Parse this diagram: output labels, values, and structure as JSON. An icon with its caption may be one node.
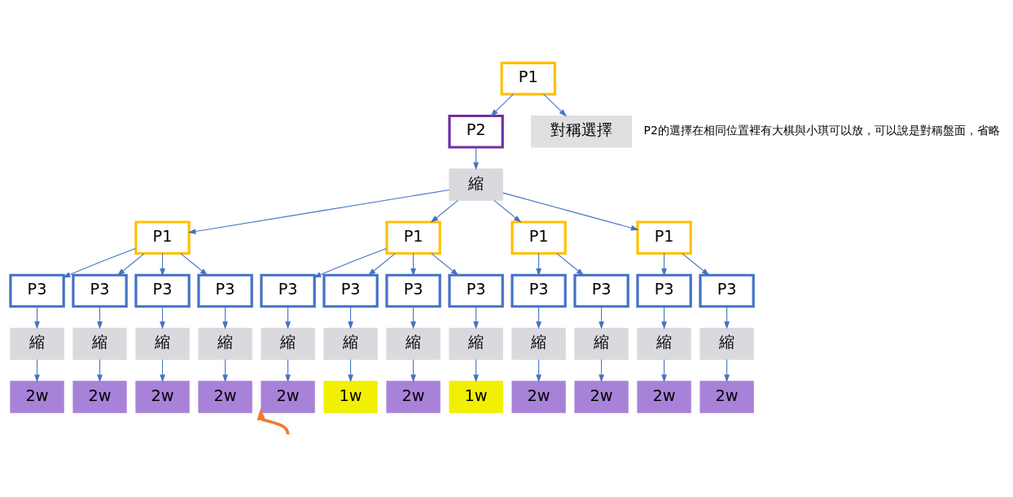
{
  "diagram": {
    "nodes": [
      {
        "text": [
          "P1"
        ]
      },
      {
        "text": [
          "P2"
        ]
      },
      {
        "text": [
          "對稱選擇"
        ]
      },
      {
        "text": [
          "縮"
        ]
      },
      {
        "text": [
          "P1"
        ]
      },
      {
        "text": [
          "P1"
        ]
      },
      {
        "text": [
          "P1"
        ]
      },
      {
        "text": [
          "P1"
        ]
      },
      {
        "text": [
          "P3"
        ]
      },
      {
        "text": [
          "P3"
        ]
      },
      {
        "text": [
          "P3"
        ]
      },
      {
        "text": [
          "P3"
        ]
      },
      {
        "text": [
          "P3"
        ]
      },
      {
        "text": [
          "P3"
        ]
      },
      {
        "text": [
          "P3"
        ]
      },
      {
        "text": [
          "P3"
        ]
      },
      {
        "text": [
          "P3"
        ]
      },
      {
        "text": [
          "P3"
        ]
      },
      {
        "text": [
          "P3"
        ]
      },
      {
        "text": [
          "P3"
        ]
      },
      {
        "text": [
          "縮"
        ]
      },
      {
        "text": [
          "縮"
        ]
      },
      {
        "text": [
          "縮"
        ]
      },
      {
        "text": [
          "縮"
        ]
      },
      {
        "text": [
          "縮"
        ]
      },
      {
        "text": [
          "縮"
        ]
      },
      {
        "text": [
          "縮"
        ]
      },
      {
        "text": [
          "縮"
        ]
      },
      {
        "text": [
          "縮"
        ]
      },
      {
        "text": [
          "縮"
        ]
      },
      {
        "text": [
          "縮"
        ]
      },
      {
        "text": [
          "縮"
        ]
      },
      {
        "text": [
          "2w"
        ]
      },
      {
        "text": [
          "2w"
        ]
      },
      {
        "text": [
          "2w"
        ]
      },
      {
        "text": [
          "2w"
        ]
      },
      {
        "text": [
          "2w"
        ]
      },
      {
        "text": [
          "1w"
        ]
      },
      {
        "text": [
          "2w"
        ]
      },
      {
        "text": [
          "1w"
        ]
      },
      {
        "text": [
          "2w"
        ]
      },
      {
        "text": [
          "2w"
        ]
      },
      {
        "text": [
          "2w"
        ]
      },
      {
        "text": [
          "2w"
        ]
      }
    ],
    "edges": [
      {
        "from": 0,
        "to": 1,
        "arrow": "to"
      },
      {
        "from": 0,
        "to": 2,
        "arrow": "to"
      },
      {
        "from": 1,
        "to": 3,
        "arrow": "to"
      },
      {
        "from": 3,
        "to": 4,
        "arrow": "to"
      },
      {
        "from": 3,
        "to": 5,
        "arrow": "to"
      },
      {
        "from": 3,
        "to": 6,
        "arrow": "to"
      },
      {
        "from": 3,
        "to": 7,
        "arrow": "to"
      },
      {
        "from": 4,
        "to": 8,
        "arrow": "to"
      },
      {
        "from": 4,
        "to": 9,
        "arrow": "to"
      },
      {
        "from": 4,
        "to": 10,
        "arrow": "to"
      },
      {
        "from": 4,
        "to": 11,
        "arrow": "to"
      },
      {
        "from": 5,
        "to": 12,
        "arrow": "to"
      },
      {
        "from": 5,
        "to": 13,
        "arrow": "to"
      },
      {
        "from": 5,
        "to": 14,
        "arrow": "to"
      },
      {
        "from": 5,
        "to": 15,
        "arrow": "to"
      },
      {
        "from": 6,
        "to": 16,
        "arrow": "to"
      },
      {
        "from": 6,
        "to": 17,
        "arrow": "to"
      },
      {
        "from": 7,
        "to": 18,
        "arrow": "to"
      },
      {
        "from": 7,
        "to": 19,
        "arrow": "to"
      },
      {
        "from": 8,
        "to": 20,
        "arrow": "to"
      },
      {
        "from": 9,
        "to": 21,
        "arrow": "to"
      },
      {
        "from": 10,
        "to": 22,
        "arrow": "to"
      },
      {
        "from": 11,
        "to": 23,
        "arrow": "to"
      },
      {
        "from": 12,
        "to": 24,
        "arrow": "to"
      },
      {
        "from": 13,
        "to": 25,
        "arrow": "to"
      },
      {
        "from": 14,
        "to": 26,
        "arrow": "to"
      },
      {
        "from": 15,
        "to": 27,
        "arrow": "to"
      },
      {
        "from": 16,
        "to": 28,
        "arrow": "to"
      },
      {
        "from": 17,
        "to": 29,
        "arrow": "to"
      },
      {
        "from": 18,
        "to": 30,
        "arrow": "to"
      },
      {
        "from": 19,
        "to": 31,
        "arrow": "to"
      },
      {
        "from": 20,
        "to": 32,
        "arrow": "to"
      },
      {
        "from": 21,
        "to": 33,
        "arrow": "to"
      },
      {
        "from": 22,
        "to": 34,
        "arrow": "to"
      },
      {
        "from": 23,
        "to": 35,
        "arrow": "to"
      },
      {
        "from": 24,
        "to": 36,
        "arrow": "to"
      },
      {
        "from": 25,
        "to": 37,
        "arrow": "to"
      },
      {
        "from": 26,
        "to": 38,
        "arrow": "to"
      },
      {
        "from": 27,
        "to": 39,
        "arrow": "to"
      },
      {
        "from": 28,
        "to": 40,
        "arrow": "to"
      },
      {
        "from": 29,
        "to": 41,
        "arrow": "to"
      },
      {
        "from": 30,
        "to": 42,
        "arrow": "to"
      },
      {
        "from": 31,
        "to": 43,
        "arrow": "to"
      },
      {
        "from": null,
        "to": 36,
        "arrow": "to",
        "color": "#ed7d31",
        "style": "thick"
      }
    ],
    "labels": [
      "P2的選擇在相同位置裡有大棋與小琪可以放，可以說是對稱盤面，省略"
    ]
  }
}
